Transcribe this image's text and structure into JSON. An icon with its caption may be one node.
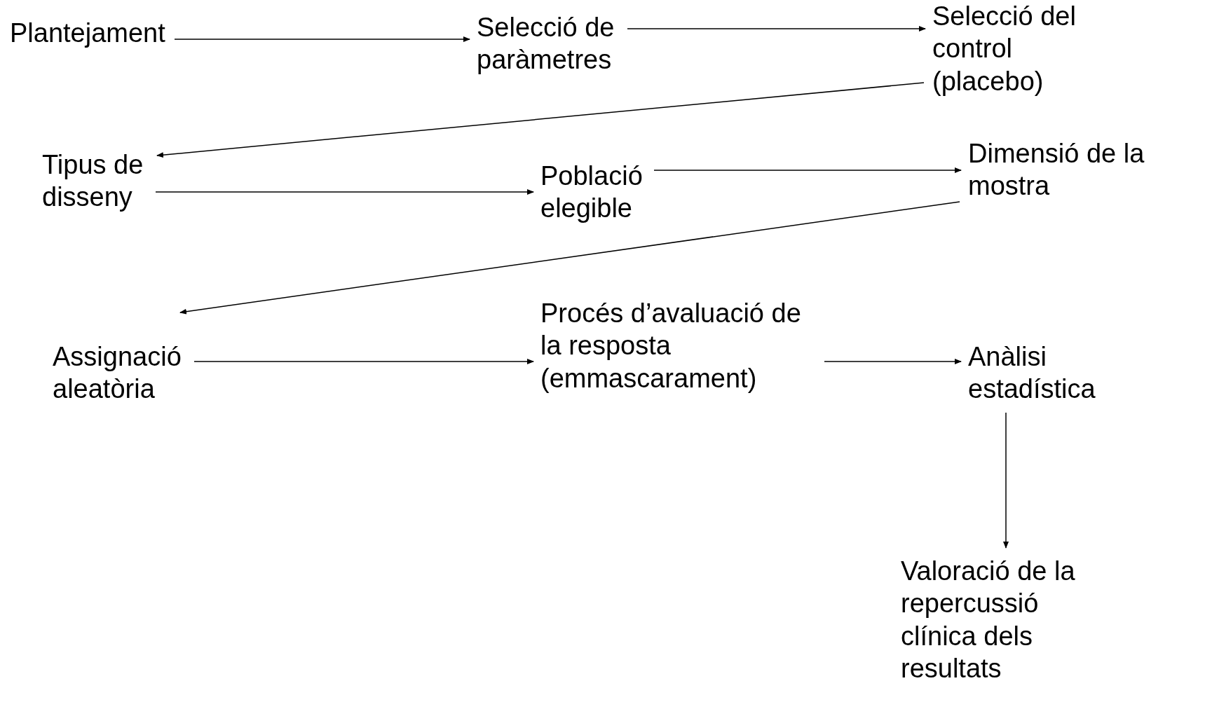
{
  "diagram": {
    "nodes": [
      {
        "text": [
          "Plantejament"
        ]
      },
      {
        "text": [
          "Selecció de paràmetres"
        ]
      },
      {
        "text": [
          "Selecció del control (placebo)"
        ]
      },
      {
        "text": [
          "Tipus de disseny"
        ]
      },
      {
        "text": [
          "Població elegible"
        ]
      },
      {
        "text": [
          "Dimensió de la mostra"
        ]
      },
      {
        "text": [
          "Assignació aleatòria"
        ]
      },
      {
        "text": [
          "Procés d’avaluació de la resposta (emmascarament)"
        ]
      },
      {
        "text": [
          "Anàlisi estadística"
        ]
      },
      {
        "text": [
          "Valoració de la repercussió clínica dels resultats"
        ]
      }
    ],
    "edges": [
      {
        "from": 0,
        "to": 1,
        "arrow": "to"
      },
      {
        "from": 1,
        "to": 2,
        "arrow": "to"
      },
      {
        "from": 2,
        "to": 3,
        "arrow": "to"
      },
      {
        "from": 3,
        "to": 4,
        "arrow": "to"
      },
      {
        "from": 4,
        "to": 5,
        "arrow": "to"
      },
      {
        "from": 5,
        "to": 6,
        "arrow": "to"
      },
      {
        "from": 6,
        "to": 7,
        "arrow": "to"
      },
      {
        "from": 7,
        "to": 8,
        "arrow": "to"
      },
      {
        "from": 8,
        "to": 9,
        "arrow": "to"
      }
    ]
  }
}
